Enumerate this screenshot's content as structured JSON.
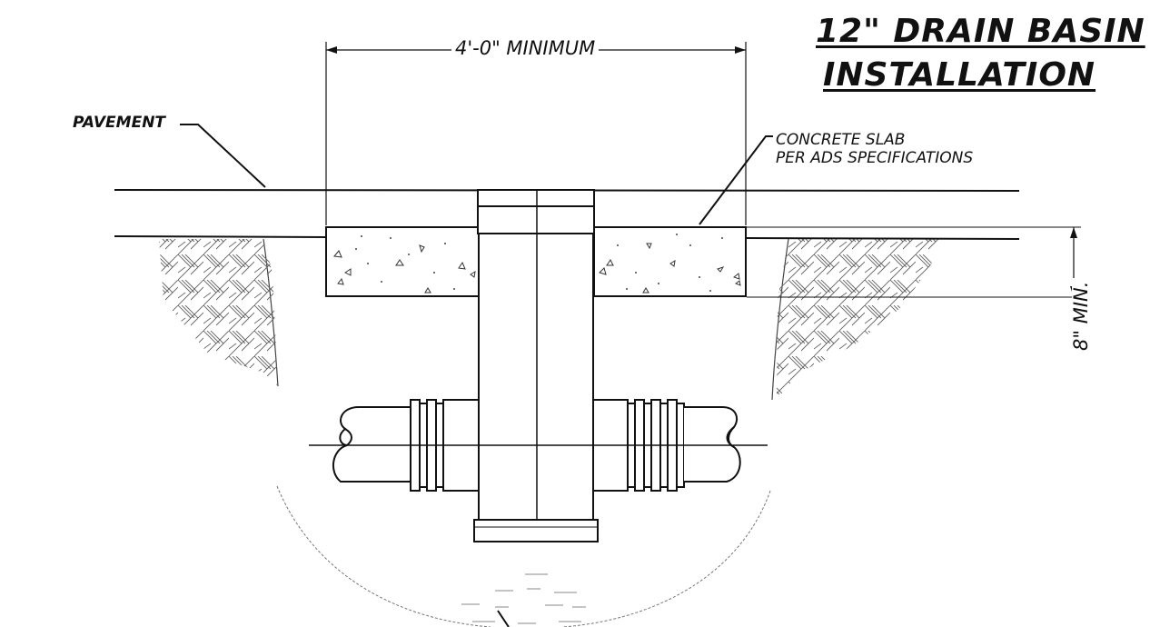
{
  "drawing": {
    "title_line_1": "12\" DRAIN BASIN",
    "title_line_2": "INSTALLATION",
    "pavement_label": "PAVEMENT",
    "dimension_width_label": "4'-0\" MINIMUM",
    "slab_label_line_1": "CONCRETE SLAB",
    "slab_label_line_2": "PER ADS SPECIFICATIONS",
    "dimension_depth_label": "8\" MIN."
  },
  "colors": {
    "line": "#111111",
    "hatch": "#555555",
    "background": "#ffffff"
  }
}
